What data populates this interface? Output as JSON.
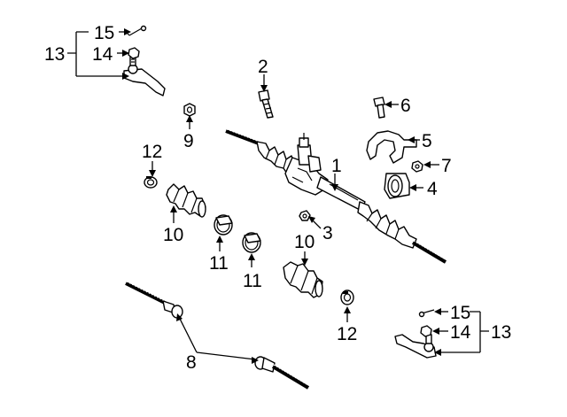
{
  "diagram": {
    "colors": {
      "line": "#000000",
      "background": "#ffffff"
    },
    "callouts": [
      {
        "id": "1",
        "text": "1"
      },
      {
        "id": "2",
        "text": "2"
      },
      {
        "id": "3",
        "text": "3"
      },
      {
        "id": "4",
        "text": "4"
      },
      {
        "id": "5",
        "text": "5"
      },
      {
        "id": "6",
        "text": "6"
      },
      {
        "id": "7",
        "text": "7"
      },
      {
        "id": "8",
        "text": "8"
      },
      {
        "id": "9",
        "text": "9"
      },
      {
        "id": "10a",
        "text": "10"
      },
      {
        "id": "10b",
        "text": "10"
      },
      {
        "id": "11a",
        "text": "11"
      },
      {
        "id": "11b",
        "text": "11"
      },
      {
        "id": "12a",
        "text": "12"
      },
      {
        "id": "12b",
        "text": "12"
      },
      {
        "id": "13a",
        "text": "13"
      },
      {
        "id": "13b",
        "text": "13"
      },
      {
        "id": "14a",
        "text": "14"
      },
      {
        "id": "14b",
        "text": "14"
      },
      {
        "id": "15a",
        "text": "15"
      },
      {
        "id": "15b",
        "text": "15"
      }
    ]
  }
}
